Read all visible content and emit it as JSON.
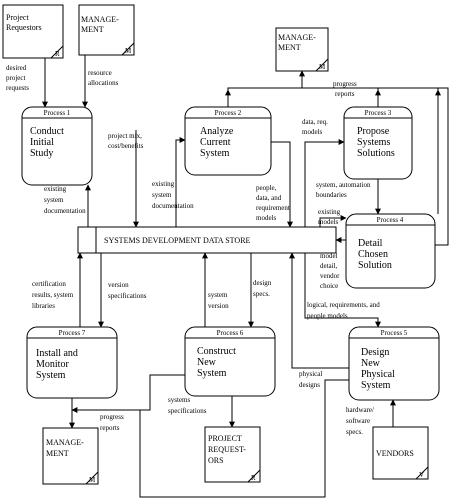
{
  "externals": {
    "project_requestors_top": {
      "label": [
        "Project",
        "Requestors"
      ],
      "code": "R"
    },
    "management_top_left": {
      "label": [
        "MANAGE-",
        "MENT"
      ],
      "code": "M"
    },
    "management_top_right": {
      "label": [
        "MANAGE-",
        "MENT"
      ],
      "code": "M"
    },
    "management_bottom": {
      "label": [
        "MANAGE-",
        "MENT"
      ],
      "code": "M"
    },
    "project_requestors_bottom": {
      "label": [
        "PROJECT",
        "REQUEST-",
        "ORS"
      ],
      "code": "R"
    },
    "vendors": {
      "label": [
        "VENDORS"
      ],
      "code": "V"
    }
  },
  "processes": {
    "p1": {
      "header": "Process 1",
      "name": [
        "Conduct",
        "Initial",
        "Study"
      ]
    },
    "p2": {
      "header": "Process 2",
      "name": [
        "Analyze",
        "Current",
        "System"
      ]
    },
    "p3": {
      "header": "Process 3",
      "name": [
        "Propose",
        "Systems",
        "Solutions"
      ]
    },
    "p4": {
      "header": "Process 4",
      "name": [
        "Detail",
        "Chosen",
        "Solution"
      ]
    },
    "p5": {
      "header": "Process 5",
      "name": [
        "Design",
        "New",
        "Physical",
        "System"
      ]
    },
    "p6": {
      "header": "Process 6",
      "name": [
        "Construct",
        "New",
        "System"
      ]
    },
    "p7": {
      "header": "Process 7",
      "name": [
        "Install and",
        "Monitor",
        "System"
      ]
    }
  },
  "data_store": {
    "label": "SYSTEMS DEVELOPMENT DATA STORE"
  },
  "flows": {
    "desired_requests": [
      "desired",
      "project",
      "requests"
    ],
    "resource_allocations": [
      "resource",
      "allocations"
    ],
    "progress_reports_top": [
      "progress",
      "reports"
    ],
    "project_mix": [
      "project mix,",
      "cost/benefits"
    ],
    "data_req_models": [
      "data, req.",
      "models"
    ],
    "existing_doc_p1": [
      "existing",
      "system",
      "documentation"
    ],
    "existing_doc_p2": [
      "existing",
      "system",
      "documentation"
    ],
    "people_data_req": [
      "people,",
      "data, and",
      "requirement",
      "models"
    ],
    "system_automation": [
      "system, automation",
      "boundaries"
    ],
    "existing_models": [
      "existing",
      "models"
    ],
    "model_detail": [
      "model",
      "detail,",
      "vendor",
      "choice"
    ],
    "logical_req": [
      "logical, requirements, and",
      "people models"
    ],
    "certification": [
      "certification",
      "results, system",
      "libraries"
    ],
    "version_specs": [
      "version",
      "specifications"
    ],
    "system_version": [
      "system",
      "version"
    ],
    "design_specs": [
      "design",
      "specs."
    ],
    "physical_designs": [
      "physical",
      "designs"
    ],
    "systems_specs": [
      "systems",
      "specifications"
    ],
    "progress_reports_bottom": [
      "progress",
      "reports"
    ],
    "hardware_software": [
      "hardware/",
      "software",
      "specs."
    ]
  }
}
